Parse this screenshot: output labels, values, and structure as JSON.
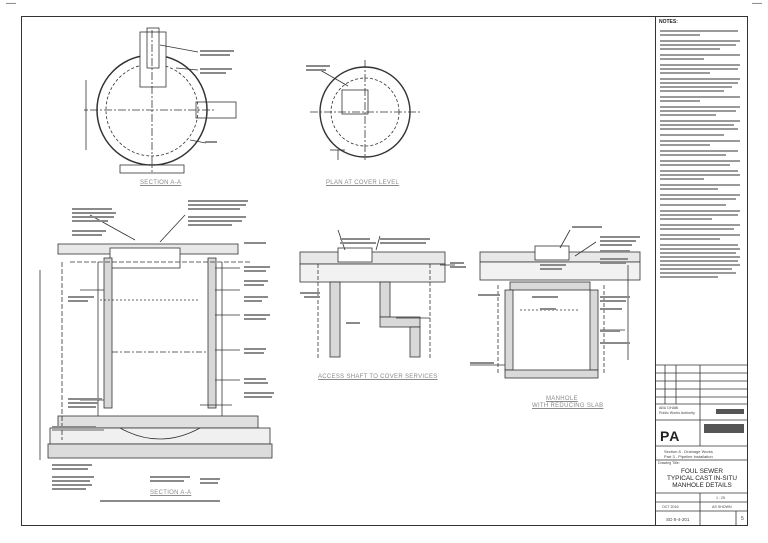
{
  "drawing": {
    "section_aa": "SECTION A-A",
    "plan_cover": "PLAN AT COVER LEVEL",
    "access_shaft": "ACCESS SHAFT TO COVER SERVICES",
    "manhole_slab_1": "MANHOLE",
    "manhole_slab_2": "WITH REDUCING SLAB",
    "section_bottom": "SECTION A-A"
  },
  "titleblock": {
    "notes_title": "NOTES:",
    "authority_1": "ABU DHABI",
    "authority_2": "Public Works Authority",
    "pa": "PA",
    "section_line1": "Section 8 - Drainage Works",
    "section_line2": "Part 3 - Pipeline Installation",
    "drawing_title_label": "Drawing Title:",
    "title1": "FOUL SEWER",
    "title2": "TYPICAL CAST IN-SITU",
    "title3": "MANHOLE DETAILS",
    "scale": "1 : 25",
    "date": "OCT 2016",
    "status": "AS SHOWN",
    "drawing_no": "SD 8-4-201",
    "revision": "5"
  }
}
